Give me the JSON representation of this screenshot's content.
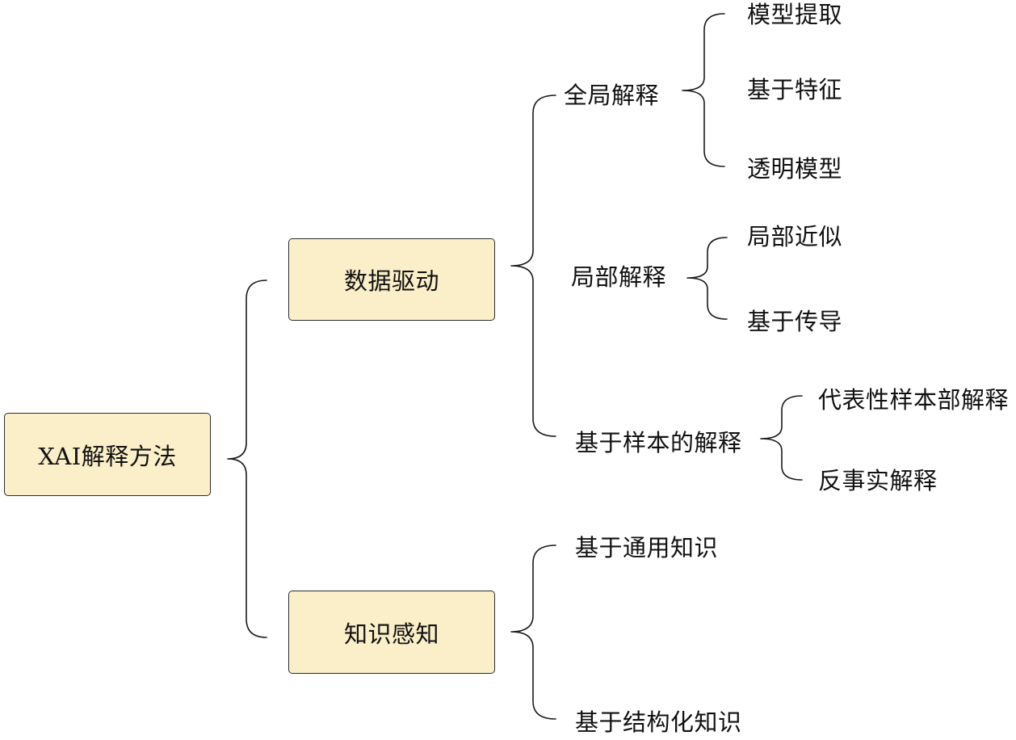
{
  "root": {
    "label": "XAI解释方法"
  },
  "branches": {
    "data_driven": {
      "label": "数据驱动",
      "children": {
        "global": {
          "label": "全局解释",
          "children": [
            "模型提取",
            "基于特征",
            "透明模型"
          ]
        },
        "local": {
          "label": "局部解释",
          "children": [
            "局部近似",
            "基于传导"
          ]
        },
        "sample": {
          "label": "基于样本的解释",
          "children": [
            "代表性样本部解释",
            "反事实解释"
          ]
        }
      }
    },
    "knowledge": {
      "label": "知识感知",
      "children": [
        "基于通用知识",
        "基于结构化知识"
      ]
    }
  },
  "colors": {
    "box_fill": "#fbefc9",
    "box_border": "#2b2b2b",
    "line": "#1a1a1a",
    "text": "#111111"
  }
}
